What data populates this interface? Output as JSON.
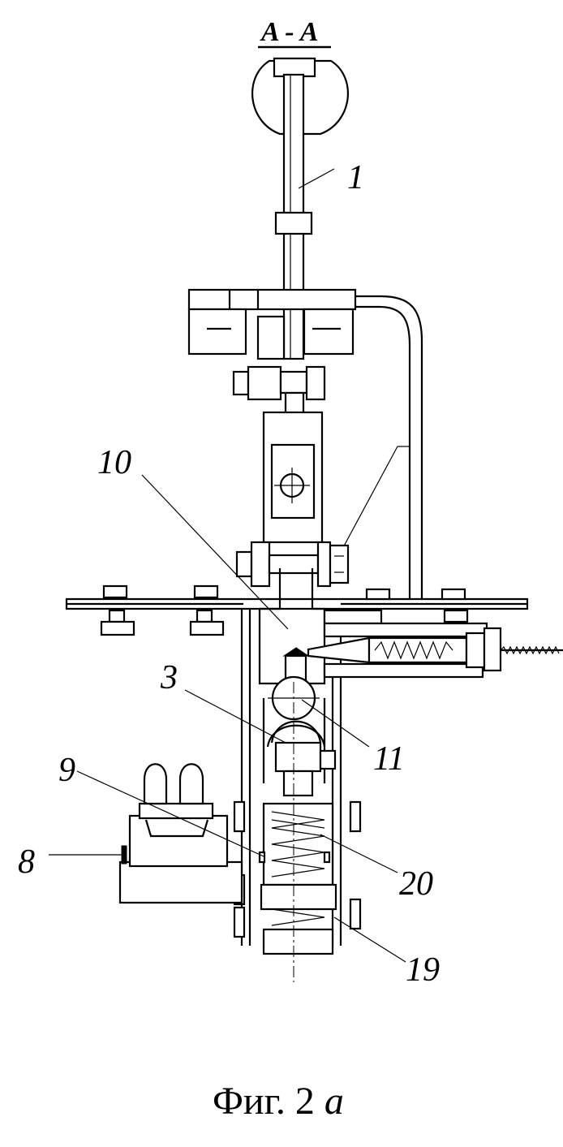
{
  "section_label": "A - A",
  "caption": {
    "prefix": "Фиг. 2",
    "suffix": "a"
  },
  "parts": {
    "p1": "1",
    "p3": "3",
    "p8": "8",
    "p9": "9",
    "p10": "10",
    "p11": "11",
    "p19": "19",
    "p20": "20"
  }
}
